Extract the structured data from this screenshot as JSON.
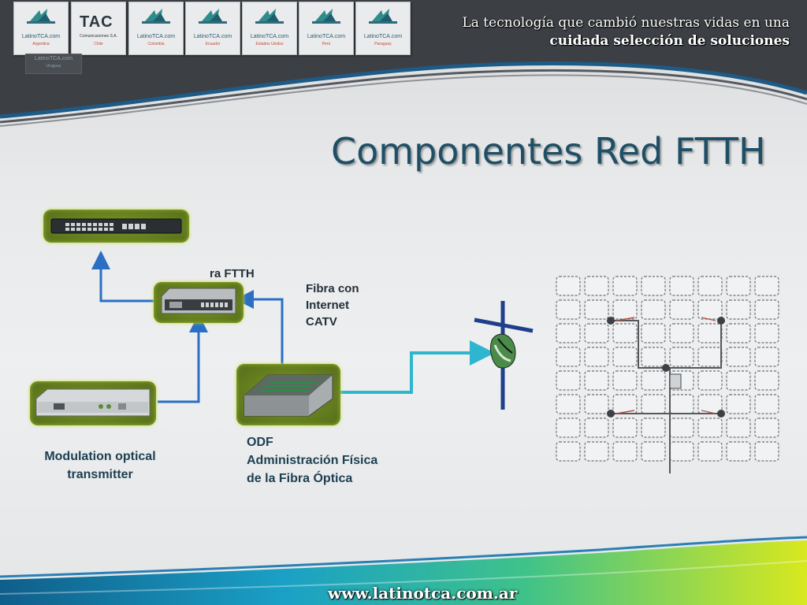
{
  "header": {
    "logos": [
      {
        "name": "LatinoTCA.com",
        "sub": "Argentina"
      },
      {
        "name": "TAC",
        "sub": "Comunicaciones S.A.",
        "extra": "Chile"
      },
      {
        "name": "LatinoTCA.com",
        "sub": "Colombia"
      },
      {
        "name": "LatinoTCA.com",
        "sub": "Ecuador"
      },
      {
        "name": "LatinoTCA.com",
        "sub": "Estados Unidos"
      },
      {
        "name": "LatinoTCA.com",
        "sub": "Perú"
      },
      {
        "name": "LatinoTCA.com",
        "sub": "Paraguay"
      }
    ],
    "extra_logo": {
      "name": "LatinoTCA.com",
      "sub": "Uruguay"
    },
    "tagline_line1": "La tecnología que cambió nuestras vidas en una",
    "tagline_line2": "cuidada selección de soluciones"
  },
  "title": "Componentes Red FTTH",
  "labels": {
    "olt_partial": "ra  FTTH",
    "fibra": [
      "Fibra con",
      "Internet",
      "CATV"
    ],
    "modulation": [
      "Modulation optical",
      "transmitter"
    ],
    "odf": [
      "ODF",
      "Administración Física",
      "de la Fibra Óptica"
    ]
  },
  "footer": {
    "url": "www.latinotca.com.ar"
  },
  "colors": {
    "title": "#1f4f66",
    "arrow_blue": "#2a6fc4",
    "arrow_cyan": "#2fb6cf",
    "device_green": "#6f8c22",
    "header_dark": "#3a3d42"
  }
}
